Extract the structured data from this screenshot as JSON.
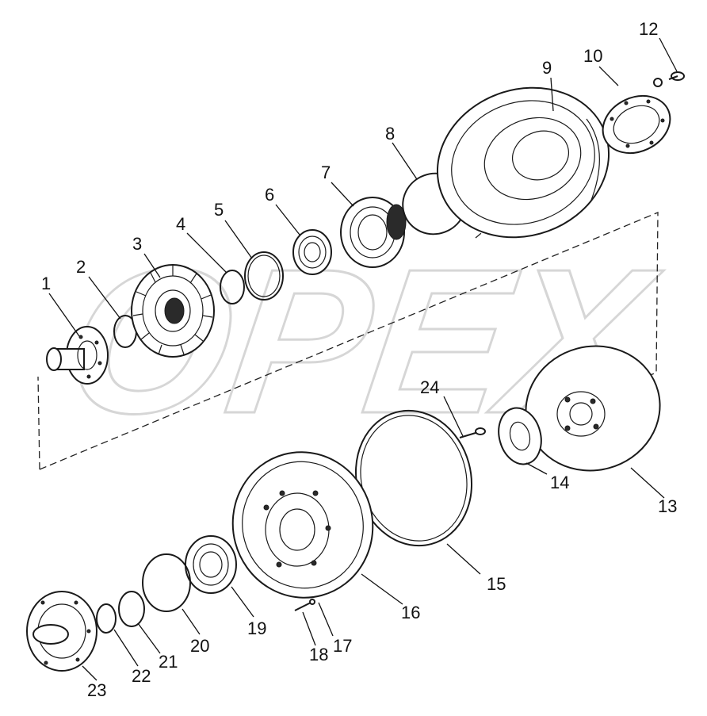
{
  "watermark": "OPEX",
  "callouts": [
    {
      "id": "1",
      "text": "1"
    },
    {
      "id": "2",
      "text": "2"
    },
    {
      "id": "3",
      "text": "3"
    },
    {
      "id": "4",
      "text": "4"
    },
    {
      "id": "5",
      "text": "5"
    },
    {
      "id": "6",
      "text": "6"
    },
    {
      "id": "7",
      "text": "7"
    },
    {
      "id": "8",
      "text": "8"
    },
    {
      "id": "9",
      "text": "9"
    },
    {
      "id": "10",
      "text": "10"
    },
    {
      "id": "12",
      "text": "12"
    },
    {
      "id": "13",
      "text": "13"
    },
    {
      "id": "14",
      "text": "14"
    },
    {
      "id": "15",
      "text": "15"
    },
    {
      "id": "16",
      "text": "16"
    },
    {
      "id": "17",
      "text": "17"
    },
    {
      "id": "18",
      "text": "18"
    },
    {
      "id": "19",
      "text": "19"
    },
    {
      "id": "20",
      "text": "20"
    },
    {
      "id": "21",
      "text": "21"
    },
    {
      "id": "22",
      "text": "22"
    },
    {
      "id": "23",
      "text": "23"
    },
    {
      "id": "24",
      "text": "24"
    }
  ]
}
